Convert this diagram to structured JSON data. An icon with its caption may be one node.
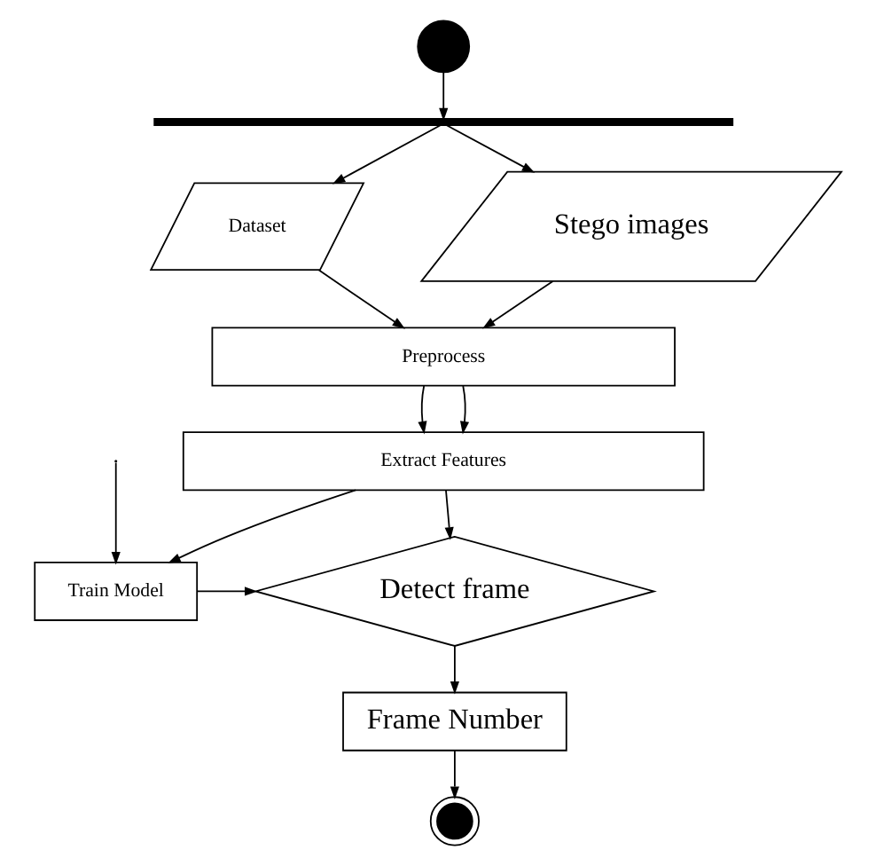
{
  "diagram": {
    "nodes": [
      {
        "text": [],
        "shape": "circle"
      },
      {
        "text": [],
        "shape": "bar"
      },
      {
        "text": [
          "Dataset"
        ]
      },
      {
        "text": [
          "Stego images"
        ]
      },
      {
        "text": [
          "Preprocess"
        ]
      },
      {
        "text": [
          "Extract Features"
        ]
      },
      {
        "text": [
          "Train Model"
        ]
      },
      {
        "text": [
          "Detect frame"
        ]
      },
      {
        "text": [
          "Frame Number"
        ]
      },
      {
        "text": [],
        "shape": "circle"
      }
    ],
    "edges": [
      {
        "from": 0,
        "to": 1,
        "arrow": "to"
      },
      {
        "from": 1,
        "to": 2,
        "arrow": "to"
      },
      {
        "from": 1,
        "to": 3,
        "arrow": "to"
      },
      {
        "from": 2,
        "to": 4,
        "arrow": "to"
      },
      {
        "from": 3,
        "to": 4,
        "arrow": "to"
      },
      {
        "from": 4,
        "to": 5,
        "arrow": "to"
      },
      {
        "from": 4,
        "to": 5,
        "arrow": "to"
      },
      {
        "from": 5,
        "to": 6,
        "arrow": "to"
      },
      {
        "from": 5,
        "to": 7,
        "arrow": "to"
      },
      {
        "from": null,
        "to": 6,
        "arrow": "to"
      },
      {
        "from": 6,
        "to": 7,
        "arrow": "to"
      },
      {
        "from": 7,
        "to": 8,
        "arrow": "to"
      },
      {
        "from": 8,
        "to": 9,
        "arrow": "to"
      }
    ]
  }
}
